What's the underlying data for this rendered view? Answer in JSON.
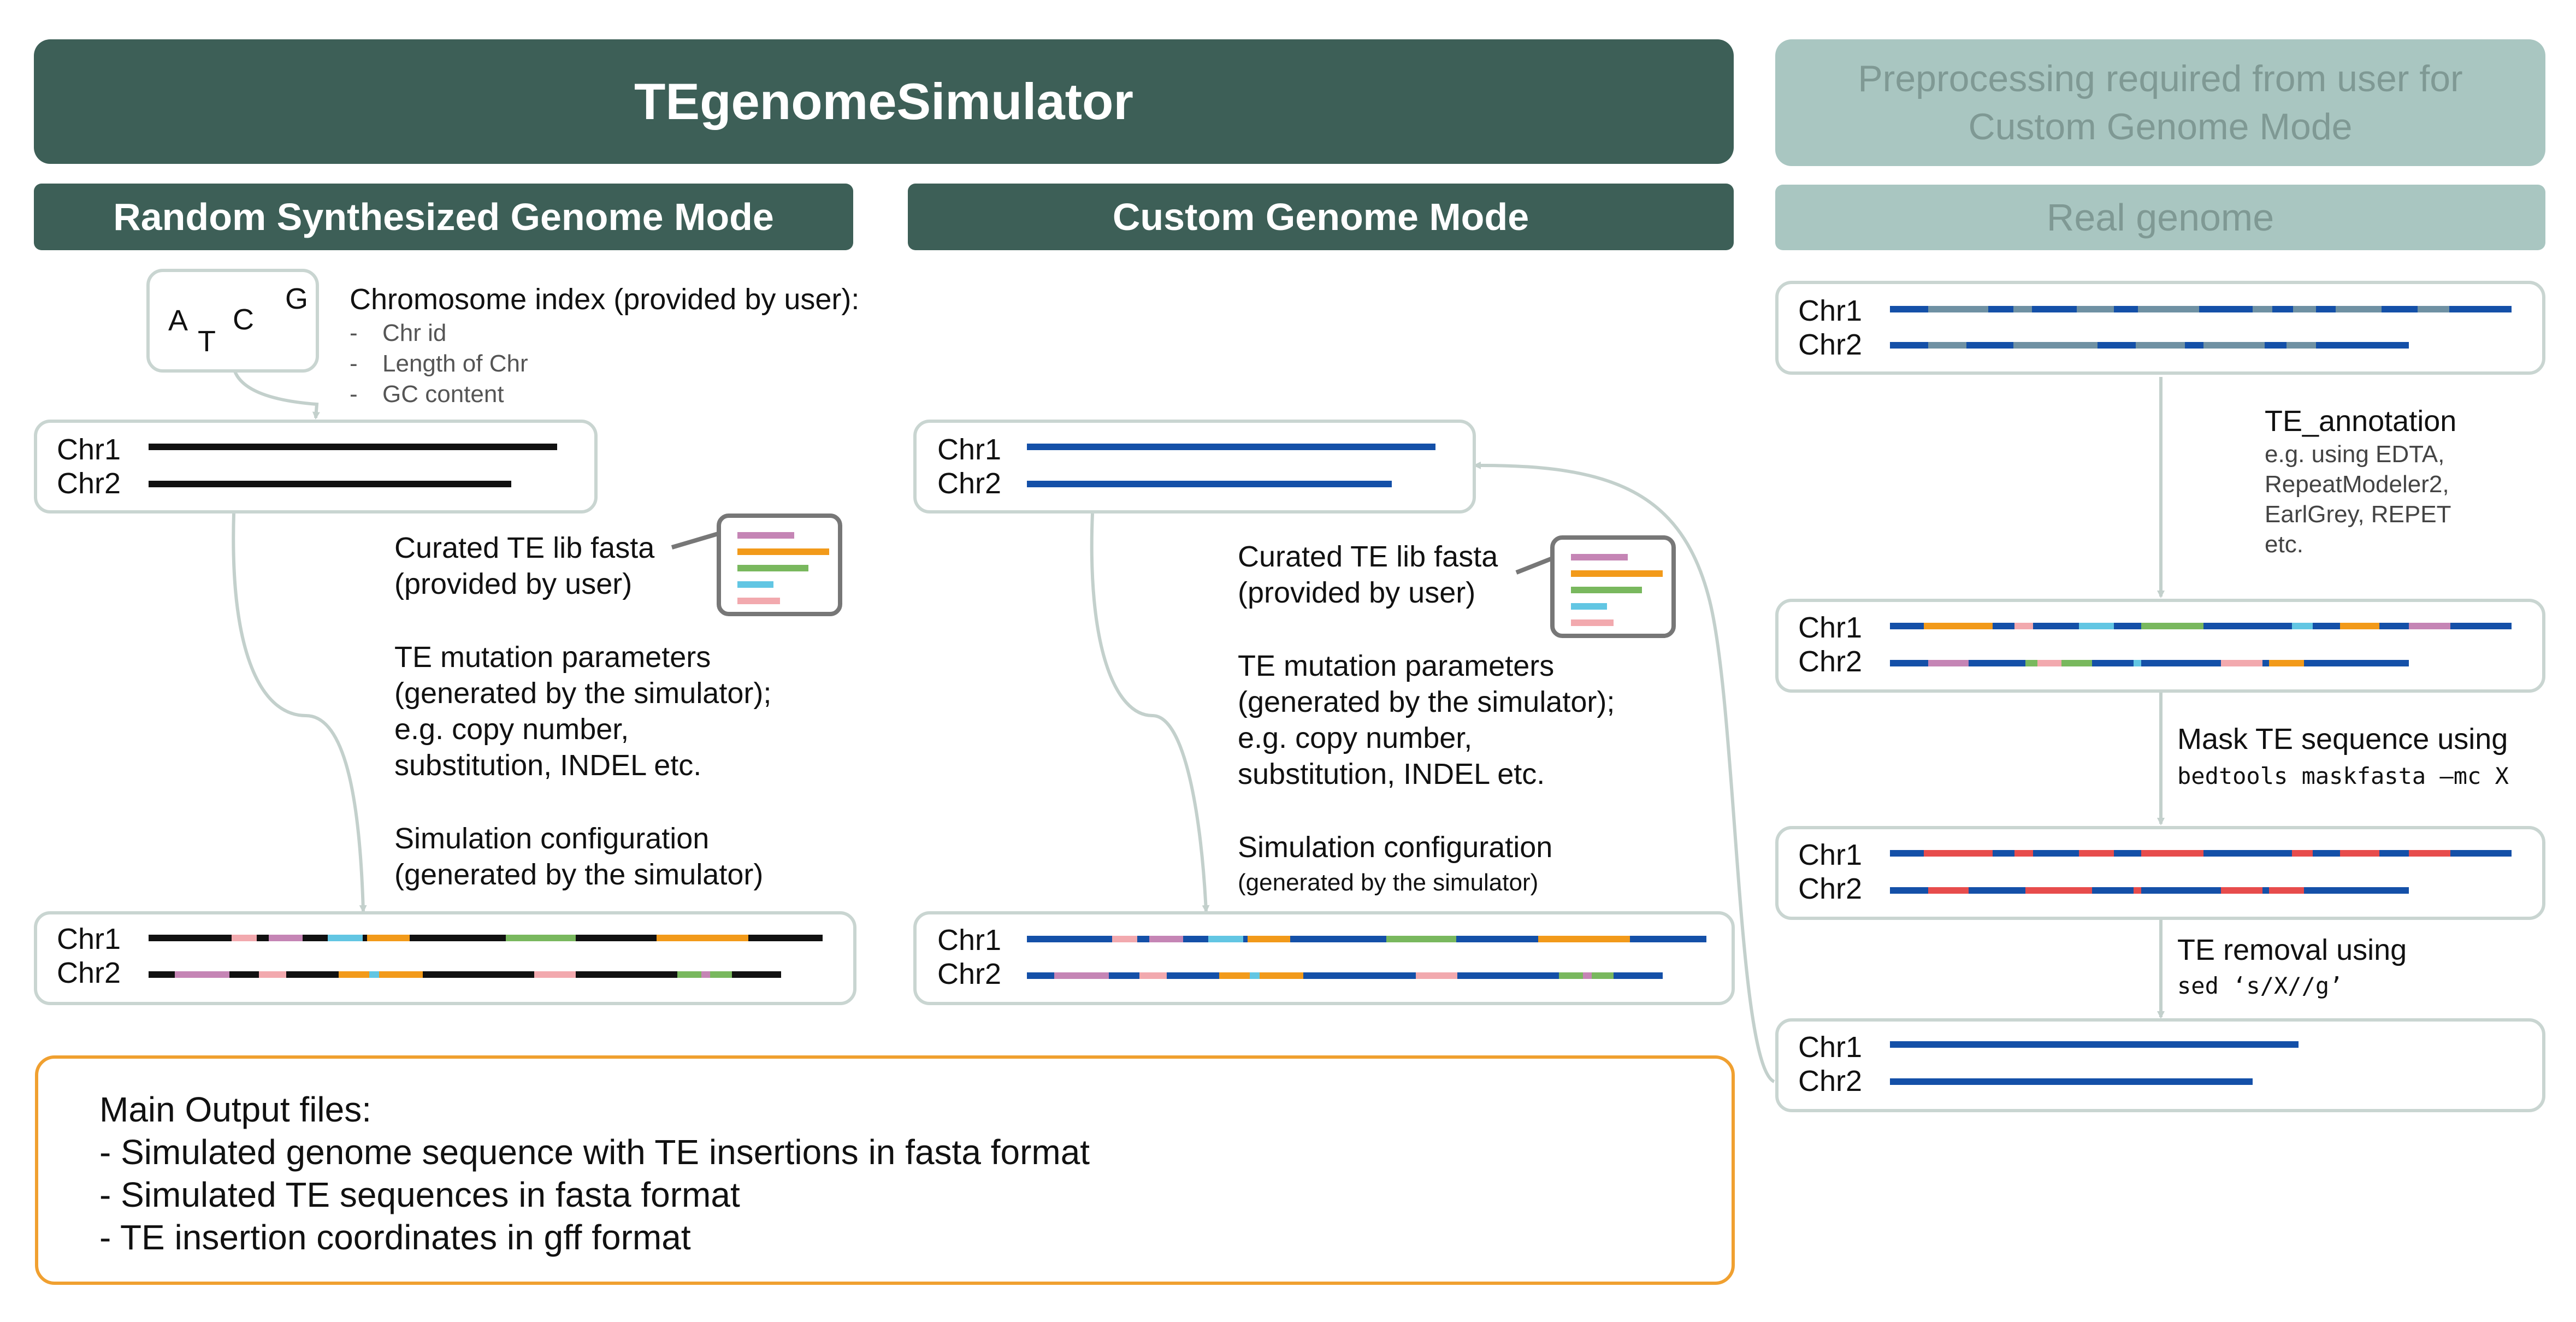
{
  "header": {
    "main_title": "TEgenomeSimulator",
    "preprocess_title_line1": "Preprocessing required from user for",
    "preprocess_title_line2": "Custom Genome Mode"
  },
  "modes": {
    "random": "Random Synthesized Genome Mode",
    "custom": "Custom Genome Mode",
    "real": "Real genome"
  },
  "chr_labels": {
    "chr1": "Chr1",
    "chr2": "Chr2"
  },
  "atcg": {
    "a": "A",
    "t": "T",
    "c": "C",
    "g": "G"
  },
  "chromosome_index": {
    "title": "Chromosome index (provided by user):",
    "items": [
      "Chr id",
      "Length of Chr",
      "GC content"
    ]
  },
  "random_mode": {
    "lib_line1": "Curated TE lib fasta",
    "lib_line2": "(provided by user)",
    "mut_line1": "TE mutation parameters",
    "mut_line2": "(generated by the simulator);",
    "mut_line3": "e.g. copy number,",
    "mut_line4": "substitution, INDEL etc.",
    "cfg_line1": "Simulation configuration",
    "cfg_line2": "(generated by the simulator)"
  },
  "custom_mode": {
    "lib_line1": "Curated TE lib fasta",
    "lib_line2": "(provided by user)",
    "mut_line1": "TE mutation parameters",
    "mut_line2": "(generated by the simulator);",
    "mut_line3": "e.g. copy number,",
    "mut_line4": "substitution, INDEL etc.",
    "cfg_line1": "Simulation configuration",
    "cfg_line2": "(generated by the simulator)"
  },
  "preprocess": {
    "annot_title": "TE_annotation",
    "annot_line1": "e.g. using EDTA,",
    "annot_line2": "RepeatModeler2,",
    "annot_line3": "EarlGrey, REPET",
    "annot_line4": "etc.",
    "mask_title": "Mask TE sequence using",
    "mask_cmd": "bedtools maskfasta –mc X",
    "removal_title": "TE removal using",
    "removal_cmd": "sed ‘s/X//g’"
  },
  "output": {
    "title": "Main Output files:",
    "items": [
      "- Simulated genome sequence with TE insertions in fasta format",
      "- Simulated TE sequences in fasta format",
      "- TE insertion coordinates in gff format"
    ]
  },
  "colors": {
    "header_dark": "#3d5f57",
    "header_light": "#a9c6c1",
    "chromosome_black": "#111111",
    "chromosome_blue": "#1450a8",
    "te_purple": "#c585b5",
    "te_orange": "#f29a1a",
    "te_green": "#79b85e",
    "te_cyan": "#62c6e3",
    "te_pink": "#f2a9ae",
    "te_grey": "#6f91a3",
    "masked_red": "#e74c4c",
    "connector": "#c3d0cc",
    "output_border": "#f0a030"
  }
}
